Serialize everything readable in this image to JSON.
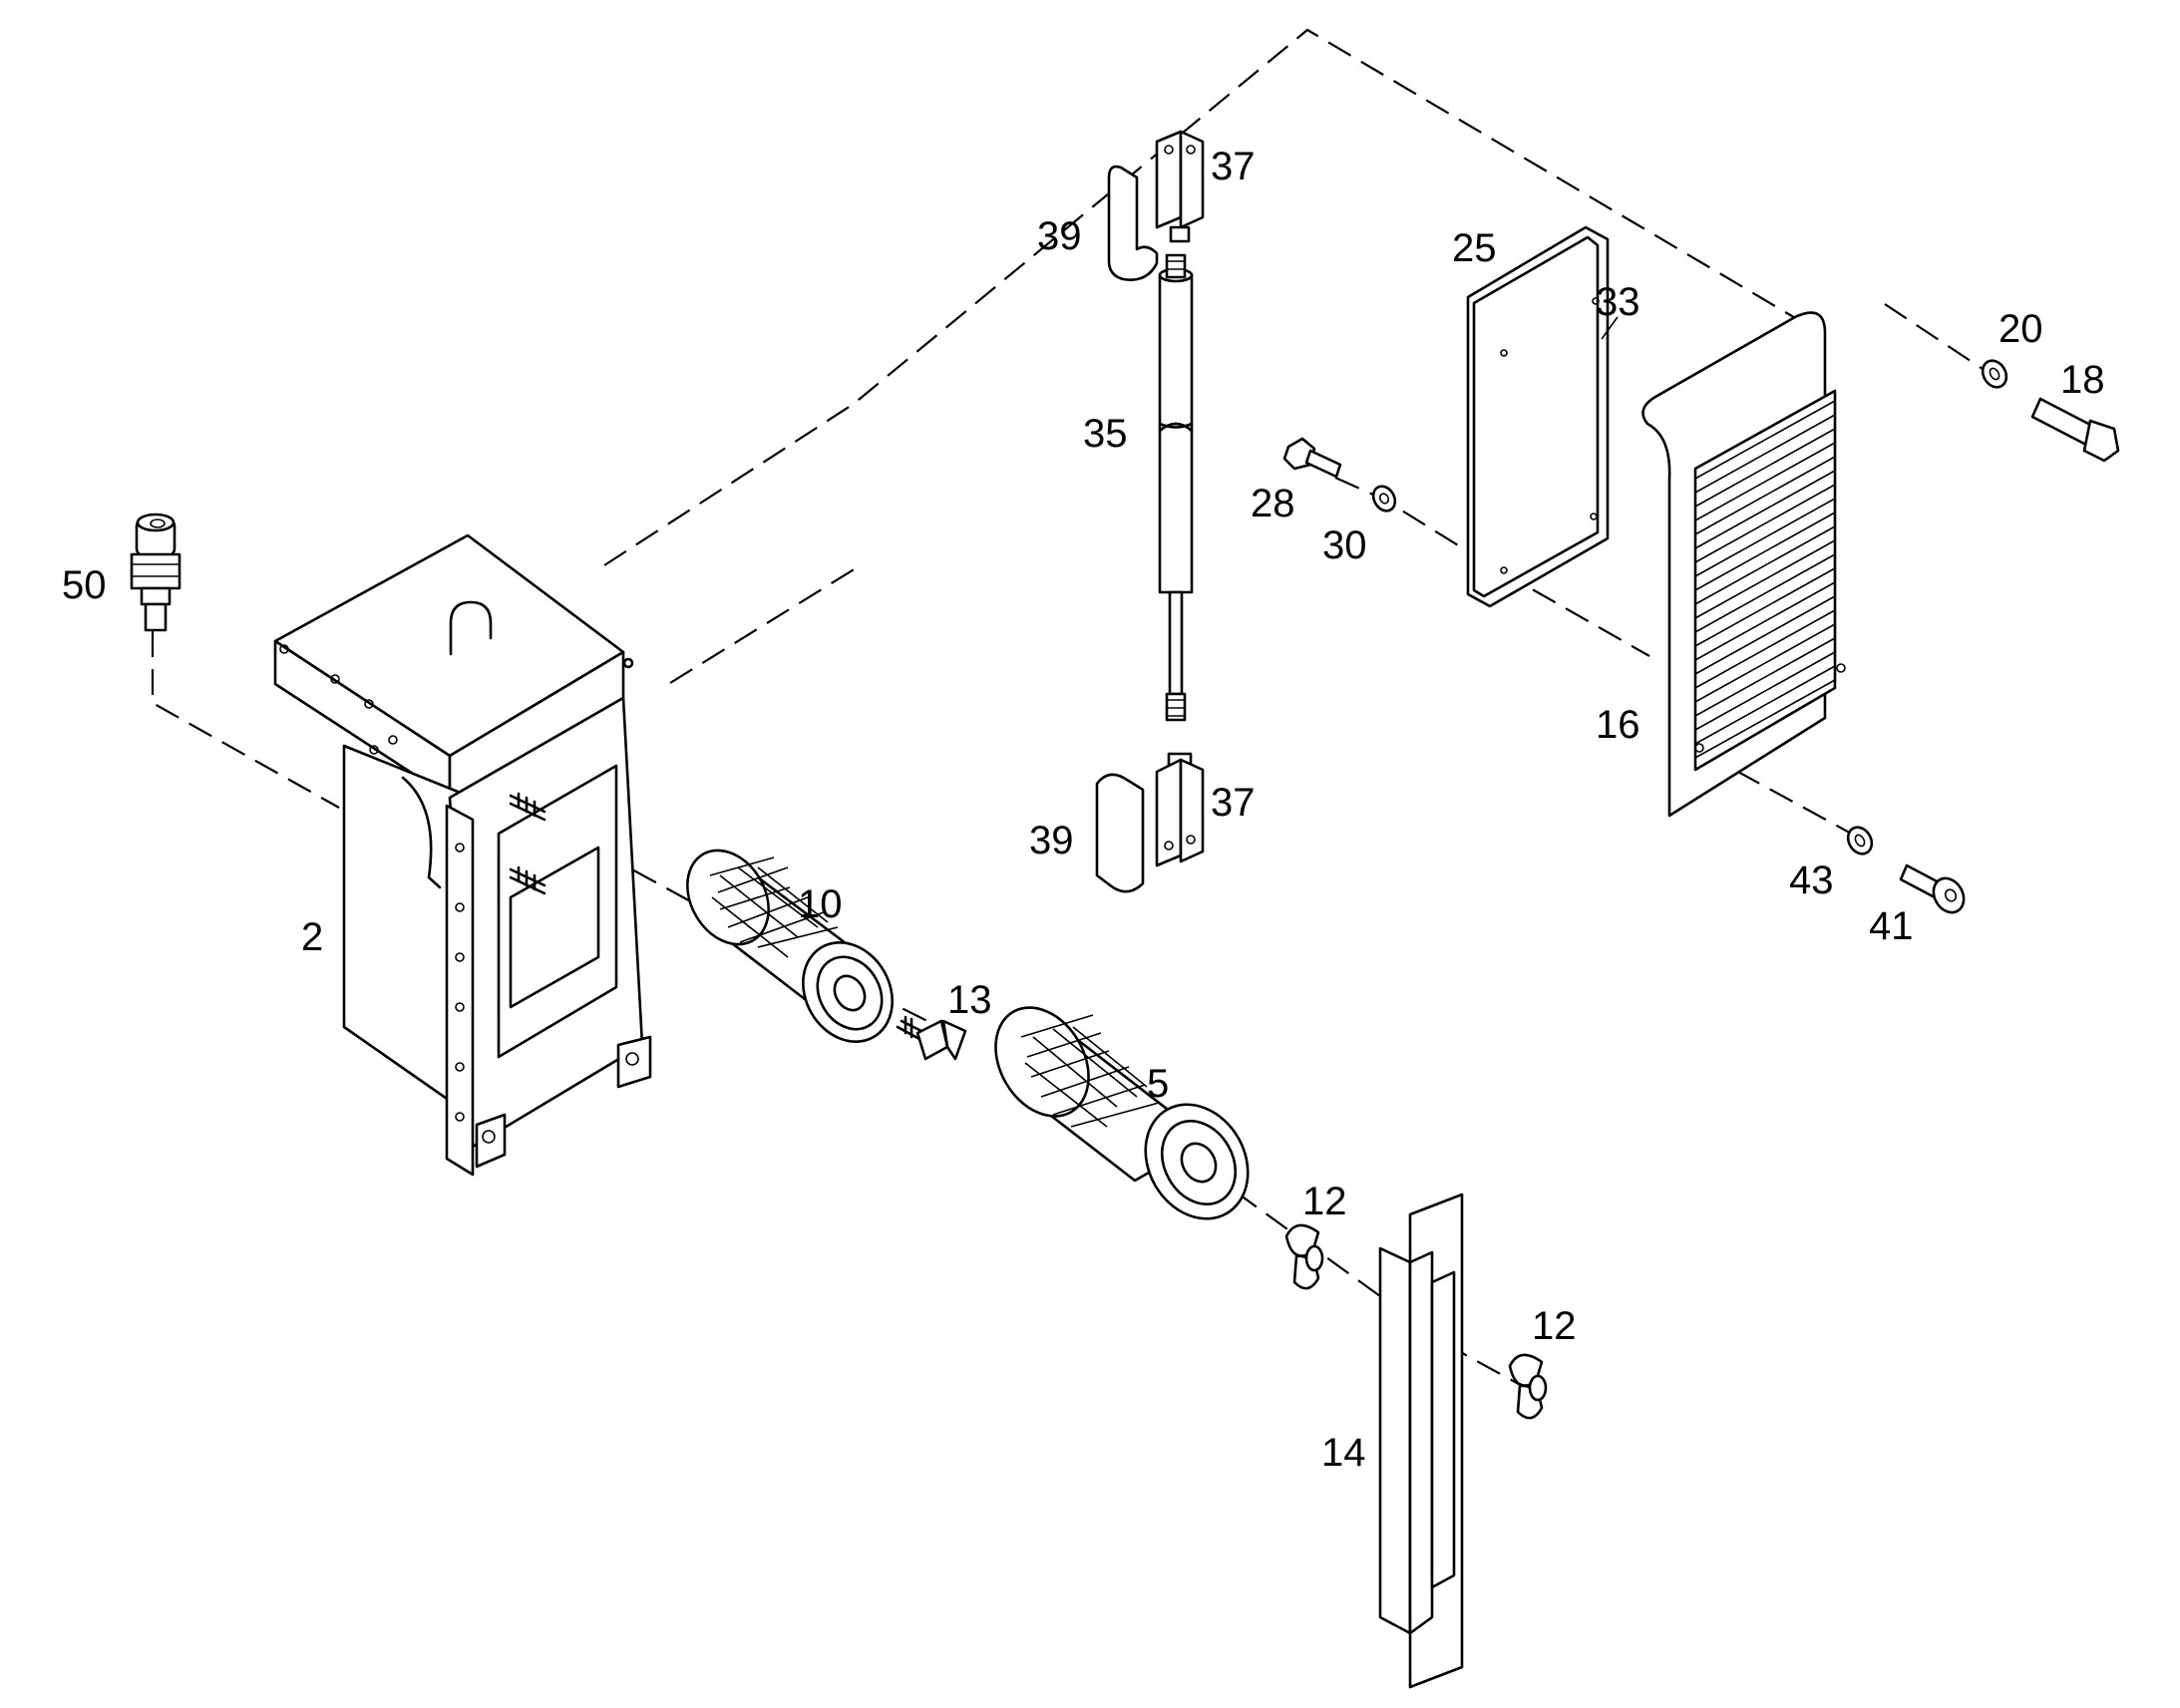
{
  "diagram": {
    "labels": {
      "p2": "2",
      "p5": "5",
      "p10": "10",
      "p12a": "12",
      "p12b": "12",
      "p13": "13",
      "p14": "14",
      "p16": "16",
      "p18": "18",
      "p20": "20",
      "p25": "25",
      "p28": "28",
      "p30": "30",
      "p33": "33",
      "p35": "35",
      "p37a": "37",
      "p37b": "37",
      "p39a": "39",
      "p39b": "39",
      "p41": "41",
      "p43": "43",
      "p50": "50"
    }
  }
}
